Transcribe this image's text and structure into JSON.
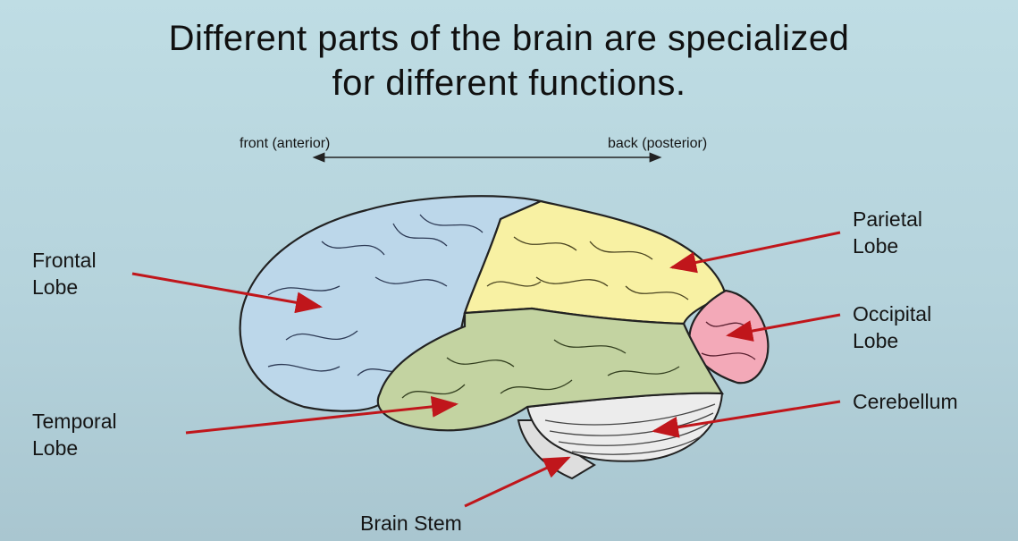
{
  "title": {
    "line1": "Different parts of the brain are specialized",
    "line2": "for different functions."
  },
  "direction": {
    "front": "front (anterior)",
    "back": "back (posterior)"
  },
  "labels": {
    "frontal": [
      "Frontal",
      "Lobe"
    ],
    "parietal": [
      "Parietal",
      "Lobe"
    ],
    "occipital": [
      "Occipital",
      "Lobe"
    ],
    "temporal": [
      "Temporal",
      "Lobe"
    ],
    "cerebellum": "Cerebellum",
    "brain_stem": "Brain Stem"
  },
  "colors": {
    "frontal": "#bcd7ea",
    "parietal": "#f8f1a3",
    "occipital": "#f3a9b8",
    "temporal": "#c3d3a1",
    "cerebellum": "#ececec",
    "arrow": "#c0161b"
  }
}
